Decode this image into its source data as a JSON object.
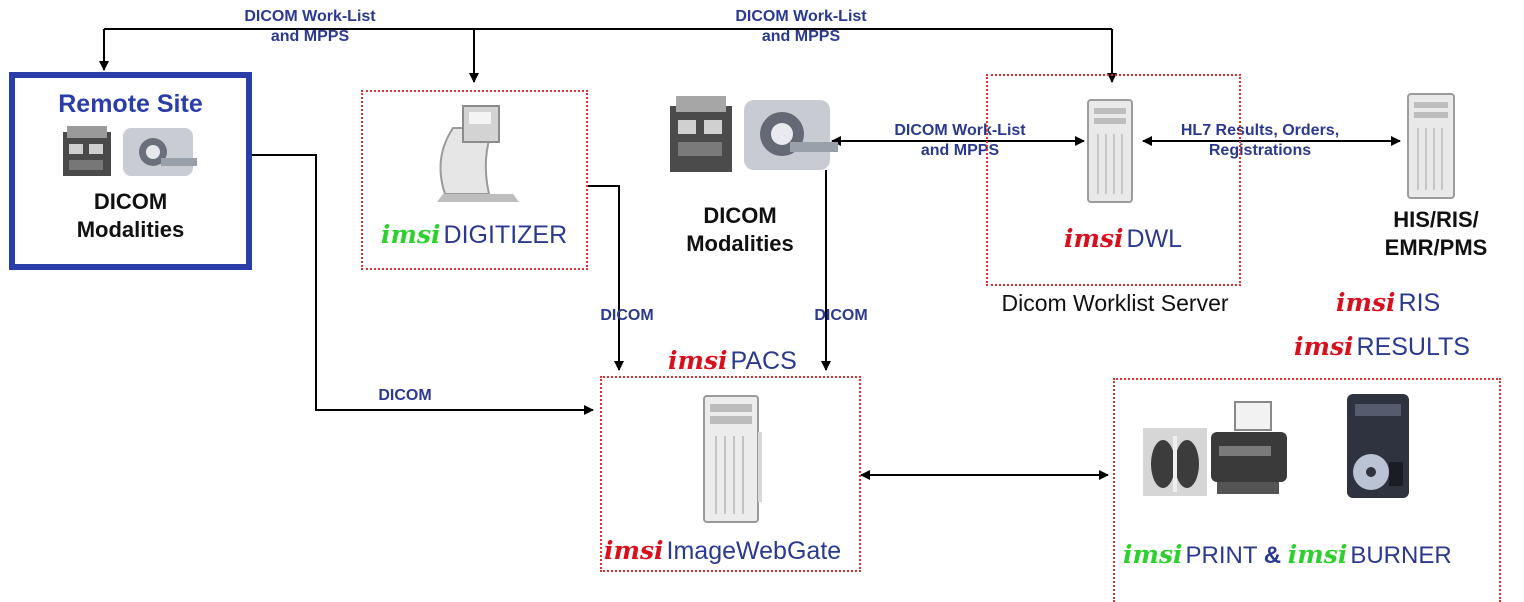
{
  "brand": {
    "word": "imsi"
  },
  "colors": {
    "label_blue": "#2b3a8f",
    "imsi_red": "#d8101e",
    "imsi_green": "#2ed02e",
    "box_border_blue": "#2a3da8",
    "dotted_red": "#e03030"
  },
  "remote_site": {
    "title": "Remote Site",
    "caption_line1": "DICOM",
    "caption_line2": "Modalities"
  },
  "links": {
    "top_left_line1": "DICOM Work-List",
    "top_left_line2": "and MPPS",
    "top_right_line1": "DICOM Work-List",
    "top_right_line2": "and MPPS",
    "mid_line1": "DICOM Work-List",
    "mid_line2": "and MPPS",
    "hl7_line1": "HL7 Results, Orders,",
    "hl7_line2": "Registrations",
    "dicom_digitizer": "DICOM",
    "dicom_modalities": "DICOM",
    "dicom_remote": "DICOM"
  },
  "digitizer": {
    "product": "DIGITIZER"
  },
  "modalities": {
    "caption_line1": "DICOM",
    "caption_line2": "Modalities"
  },
  "dwl": {
    "product": "DWL",
    "subtitle": "Dicom Worklist Server"
  },
  "his": {
    "line1": "HIS/RIS/",
    "line2": "EMR/PMS",
    "ris_product": "RIS",
    "results_product": "RESULTS"
  },
  "pacs": {
    "product": "PACS",
    "gateway_product": "ImageWebGate"
  },
  "print_burner": {
    "print_product": "PRINT",
    "amp": "&",
    "burner_product": "BURNER"
  }
}
